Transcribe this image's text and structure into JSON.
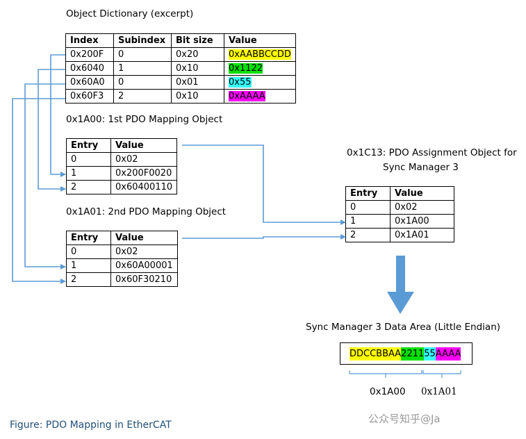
{
  "object_dictionary": {
    "title": "Object Dictionary (excerpt)",
    "headers": [
      "Index",
      "Subindex",
      "Bit size",
      "Value"
    ],
    "rows": [
      {
        "index": "0x200F",
        "subindex": "0",
        "bitsize": "0x20",
        "value": "0xAABBCCDD",
        "color": "#ffff00"
      },
      {
        "index": "0x6040",
        "subindex": "1",
        "bitsize": "0x10",
        "value": "0x1122",
        "color": "#00e000"
      },
      {
        "index": "0x60A0",
        "subindex": "0",
        "bitsize": "0x01",
        "value": "0x55",
        "color": "#33ffff"
      },
      {
        "index": "0x60F3",
        "subindex": "2",
        "bitsize": "0x10",
        "value": "0xAAAA",
        "color": "#ff00ff"
      }
    ]
  },
  "pdo1": {
    "title": "0x1A00: 1st PDO Mapping Object",
    "headers": [
      "Entry",
      "Value"
    ],
    "rows": [
      {
        "entry": "0",
        "value": "0x02"
      },
      {
        "entry": "1",
        "value": "0x200F0020"
      },
      {
        "entry": "2",
        "value": "0x60400110"
      }
    ]
  },
  "pdo2": {
    "title": "0x1A01: 2nd PDO Mapping Object",
    "headers": [
      "Entry",
      "Value"
    ],
    "rows": [
      {
        "entry": "0",
        "value": "0x02"
      },
      {
        "entry": "1",
        "value": "0x60A00001"
      },
      {
        "entry": "2",
        "value": "0x60F30210"
      }
    ]
  },
  "assignment": {
    "title_line1": "0x1C13: PDO Assignment Object for",
    "title_line2": "Sync Manager 3",
    "headers": [
      "Entry",
      "Value"
    ],
    "rows": [
      {
        "entry": "0",
        "value": "0x02"
      },
      {
        "entry": "1",
        "value": "0x1A00"
      },
      {
        "entry": "2",
        "value": "0x1A01"
      }
    ]
  },
  "data_area": {
    "title": "Sync Manager 3 Data Area (Little Endian)",
    "segments": [
      {
        "text": "DDCCBBAA",
        "color": "#ffff00"
      },
      {
        "text": "2211",
        "color": "#00e000"
      },
      {
        "text": "55",
        "color": "#33ffff"
      },
      {
        "text": "AAAA",
        "color": "#ff00ff"
      }
    ],
    "brace_left_label": "0x1A00",
    "brace_right_label": "0x1A01"
  },
  "colors": {
    "arrow": "#5b9bd5",
    "caption": "#1f4e79"
  },
  "caption": "Figure: PDO Mapping in EtherCAT",
  "watermark": "公众号知乎@Ja"
}
